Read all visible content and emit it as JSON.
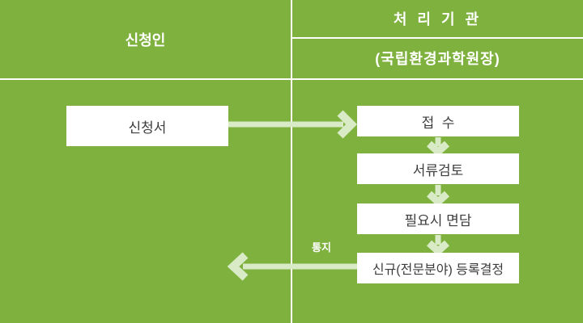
{
  "colors": {
    "background": "#7EB13D",
    "divider": "#FFFFFF",
    "arrow": "#D9EBC6",
    "box_bg": "#FFFFFF",
    "box_text": "#3D3D3D",
    "header_text": "#FFFFFF"
  },
  "header": {
    "left_title": "신청인",
    "right_title": "처 리 기 관",
    "right_subtitle": "(국립환경과학원장)"
  },
  "applicant": {
    "document_box": "신청서"
  },
  "flow": {
    "steps": [
      "접  수",
      "서류검토",
      "필요시 면담",
      "신규(전문분야) 등록결정"
    ]
  },
  "labels": {
    "notify": "통지"
  }
}
